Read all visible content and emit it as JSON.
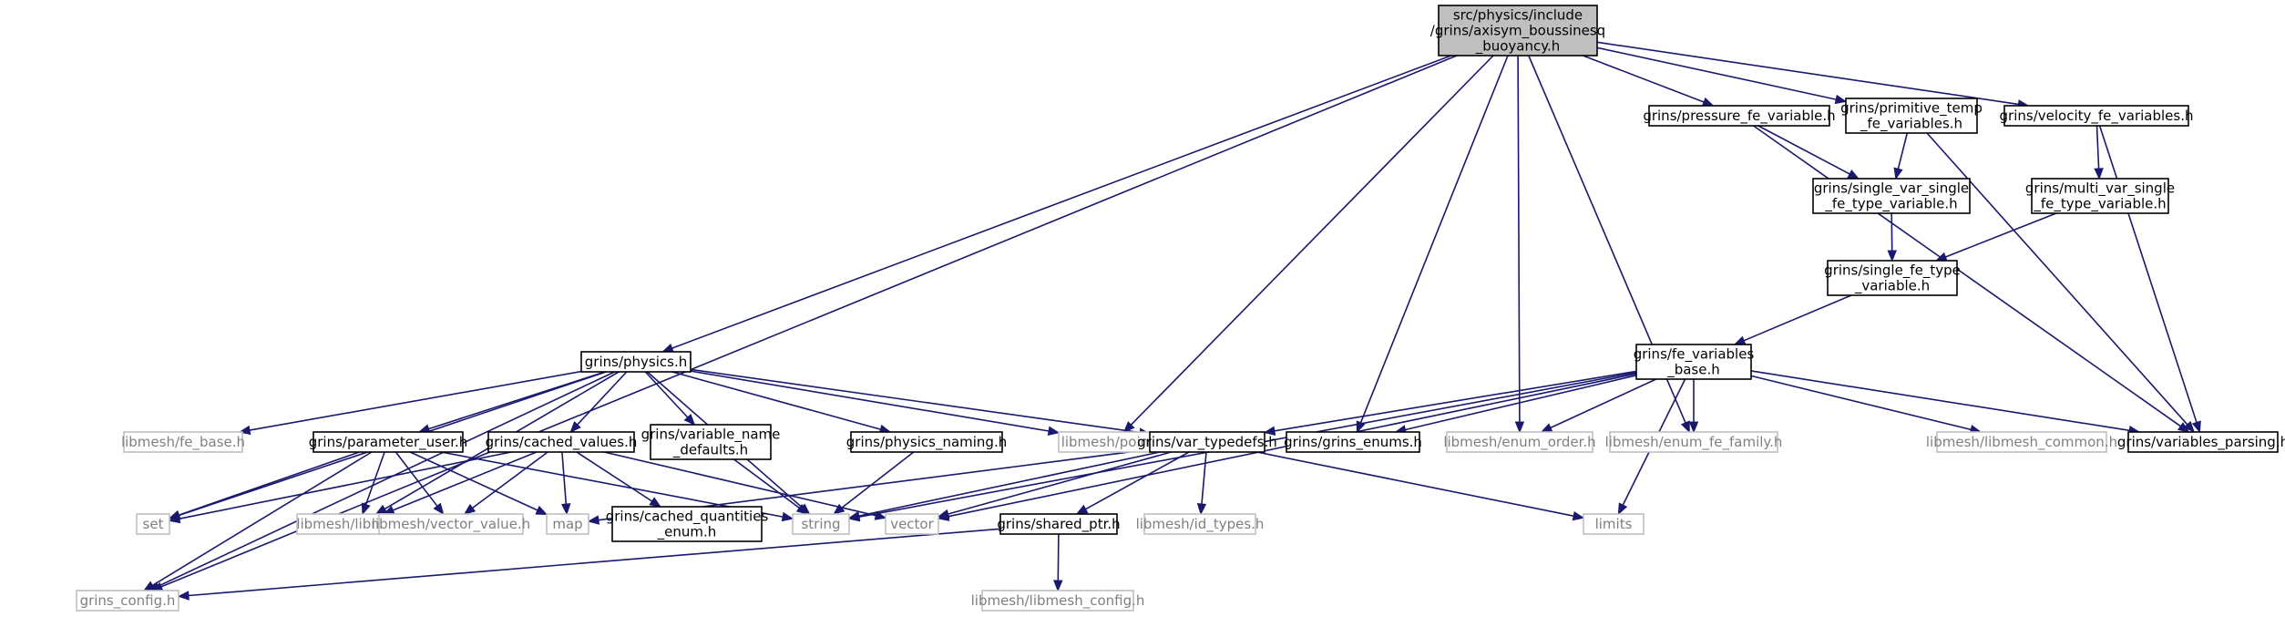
{
  "diagram": {
    "colors": {
      "edge": "#191970",
      "internal_border": "#000000",
      "external_border": "#bfbfbf",
      "external_text": "#7f7f7f",
      "root_fill": "#bfbfbf"
    },
    "nodes": [
      {
        "id": "root",
        "kind": "root",
        "lines": [
          "src/physics/include",
          "/grins/axisym_boussinesq",
          "_buoyancy.h"
        ]
      },
      {
        "id": "grins_config",
        "kind": "external",
        "lines": [
          "grins_config.h"
        ]
      },
      {
        "id": "physics",
        "kind": "internal",
        "lines": [
          "grins/physics.h"
        ]
      },
      {
        "id": "libmesh_point",
        "kind": "external",
        "lines": [
          "libmesh/point.h"
        ]
      },
      {
        "id": "grins_enums",
        "kind": "internal",
        "lines": [
          "grins/grins_enums.h"
        ]
      },
      {
        "id": "enum_order",
        "kind": "external",
        "lines": [
          "libmesh/enum_order.h"
        ]
      },
      {
        "id": "enum_fe_family",
        "kind": "external",
        "lines": [
          "libmesh/enum_fe_family.h"
        ]
      },
      {
        "id": "pressure_fe",
        "kind": "internal",
        "lines": [
          "grins/pressure_fe_variable.h"
        ]
      },
      {
        "id": "primitive_temp",
        "kind": "internal",
        "lines": [
          "grins/primitive_temp",
          "_fe_variables.h"
        ]
      },
      {
        "id": "velocity_fe",
        "kind": "internal",
        "lines": [
          "grins/velocity_fe_variables.h"
        ]
      },
      {
        "id": "single_var_single",
        "kind": "internal",
        "lines": [
          "grins/single_var_single",
          "_fe_type_variable.h"
        ]
      },
      {
        "id": "multi_var_single",
        "kind": "internal",
        "lines": [
          "grins/multi_var_single",
          "_fe_type_variable.h"
        ]
      },
      {
        "id": "single_fe_type",
        "kind": "internal",
        "lines": [
          "grins/single_fe_type",
          "_variable.h"
        ]
      },
      {
        "id": "fe_variables_base",
        "kind": "internal",
        "lines": [
          "grins/fe_variables",
          "_base.h"
        ]
      },
      {
        "id": "libmesh_common",
        "kind": "external",
        "lines": [
          "libmesh/libmesh_common.h"
        ]
      },
      {
        "id": "variables_parsing",
        "kind": "internal",
        "lines": [
          "grins/variables_parsing.h"
        ]
      },
      {
        "id": "fe_base",
        "kind": "external",
        "lines": [
          "libmesh/fe_base.h"
        ]
      },
      {
        "id": "parameter_user",
        "kind": "internal",
        "lines": [
          "grins/parameter_user.h"
        ]
      },
      {
        "id": "cached_values",
        "kind": "internal",
        "lines": [
          "grins/cached_values.h"
        ]
      },
      {
        "id": "variable_name_defaults",
        "kind": "internal",
        "lines": [
          "grins/variable_name",
          "_defaults.h"
        ]
      },
      {
        "id": "physics_naming",
        "kind": "internal",
        "lines": [
          "grins/physics_naming.h"
        ]
      },
      {
        "id": "var_typedefs",
        "kind": "internal",
        "lines": [
          "grins/var_typedefs.h"
        ]
      },
      {
        "id": "set",
        "kind": "external",
        "lines": [
          "set"
        ]
      },
      {
        "id": "libmesh_libmesh",
        "kind": "external",
        "lines": [
          "libmesh/libmesh.h"
        ]
      },
      {
        "id": "vector_value",
        "kind": "external",
        "lines": [
          "libmesh/vector_value.h"
        ]
      },
      {
        "id": "map",
        "kind": "external",
        "lines": [
          "map"
        ]
      },
      {
        "id": "cached_quantities",
        "kind": "internal",
        "lines": [
          "grins/cached_quantities",
          "_enum.h"
        ]
      },
      {
        "id": "string",
        "kind": "external",
        "lines": [
          "string"
        ]
      },
      {
        "id": "vector",
        "kind": "external",
        "lines": [
          "vector"
        ]
      },
      {
        "id": "shared_ptr",
        "kind": "internal",
        "lines": [
          "grins/shared_ptr.h"
        ]
      },
      {
        "id": "id_types",
        "kind": "external",
        "lines": [
          "libmesh/id_types.h"
        ]
      },
      {
        "id": "limits",
        "kind": "external",
        "lines": [
          "limits"
        ]
      },
      {
        "id": "libmesh_config",
        "kind": "external",
        "lines": [
          "libmesh/libmesh_config.h"
        ]
      }
    ],
    "edges": [
      [
        "root",
        "grins_config"
      ],
      [
        "root",
        "physics"
      ],
      [
        "root",
        "libmesh_point"
      ],
      [
        "root",
        "grins_enums"
      ],
      [
        "root",
        "enum_order"
      ],
      [
        "root",
        "enum_fe_family"
      ],
      [
        "root",
        "pressure_fe"
      ],
      [
        "root",
        "primitive_temp"
      ],
      [
        "root",
        "velocity_fe"
      ],
      [
        "pressure_fe",
        "single_var_single"
      ],
      [
        "pressure_fe",
        "variables_parsing"
      ],
      [
        "primitive_temp",
        "single_var_single"
      ],
      [
        "primitive_temp",
        "variables_parsing"
      ],
      [
        "velocity_fe",
        "multi_var_single"
      ],
      [
        "velocity_fe",
        "variables_parsing"
      ],
      [
        "single_var_single",
        "single_fe_type"
      ],
      [
        "multi_var_single",
        "single_fe_type"
      ],
      [
        "single_fe_type",
        "fe_variables_base"
      ],
      [
        "fe_variables_base",
        "var_typedefs"
      ],
      [
        "fe_variables_base",
        "grins_enums"
      ],
      [
        "fe_variables_base",
        "enum_order"
      ],
      [
        "fe_variables_base",
        "enum_fe_family"
      ],
      [
        "fe_variables_base",
        "libmesh_common"
      ],
      [
        "fe_variables_base",
        "variables_parsing"
      ],
      [
        "fe_variables_base",
        "string"
      ],
      [
        "fe_variables_base",
        "limits"
      ],
      [
        "fe_variables_base",
        "vector"
      ],
      [
        "physics",
        "grins_config"
      ],
      [
        "physics",
        "set"
      ],
      [
        "physics",
        "fe_base"
      ],
      [
        "physics",
        "parameter_user"
      ],
      [
        "physics",
        "cached_values"
      ],
      [
        "physics",
        "variable_name_defaults"
      ],
      [
        "physics",
        "physics_naming"
      ],
      [
        "physics",
        "libmesh_point"
      ],
      [
        "physics",
        "var_typedefs"
      ],
      [
        "physics",
        "libmesh_libmesh"
      ],
      [
        "physics",
        "string"
      ],
      [
        "parameter_user",
        "set"
      ],
      [
        "parameter_user",
        "grins_config"
      ],
      [
        "parameter_user",
        "libmesh_libmesh"
      ],
      [
        "parameter_user",
        "vector_value"
      ],
      [
        "parameter_user",
        "map"
      ],
      [
        "parameter_user",
        "string"
      ],
      [
        "cached_values",
        "set"
      ],
      [
        "cached_values",
        "libmesh_libmesh"
      ],
      [
        "cached_values",
        "vector_value"
      ],
      [
        "cached_values",
        "map"
      ],
      [
        "cached_values",
        "cached_quantities"
      ],
      [
        "cached_values",
        "vector"
      ],
      [
        "variable_name_defaults",
        "string"
      ],
      [
        "physics_naming",
        "string"
      ],
      [
        "var_typedefs",
        "map"
      ],
      [
        "var_typedefs",
        "string"
      ],
      [
        "var_typedefs",
        "shared_ptr"
      ],
      [
        "var_typedefs",
        "id_types"
      ],
      [
        "var_typedefs",
        "limits"
      ],
      [
        "var_typedefs",
        "vector"
      ],
      [
        "shared_ptr",
        "grins_config"
      ],
      [
        "shared_ptr",
        "libmesh_config"
      ]
    ]
  }
}
